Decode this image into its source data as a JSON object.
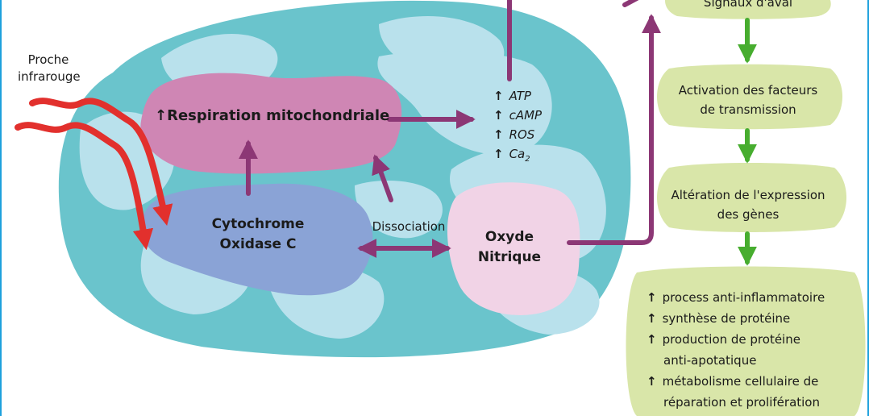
{
  "input": {
    "label_line1": "Proche",
    "label_line2": "infrarouge"
  },
  "mitochondrion": {
    "respiration": {
      "arrow_glyph": "↑",
      "label": "Respiration mitochondriale"
    },
    "cytochrome": {
      "line1": "Cytochrome",
      "line2": "Oxidase C"
    },
    "nitric_oxide": {
      "line1": "Oxyde",
      "line2": "Nitrique"
    },
    "dissociation_label": "Dissociation"
  },
  "molecules": [
    {
      "arrow": "↑",
      "name": "ATP"
    },
    {
      "arrow": "↑",
      "name": "cAMP"
    },
    {
      "arrow": "↑",
      "name": "ROS"
    },
    {
      "arrow": "↑",
      "name": "Ca",
      "sub": "2"
    }
  ],
  "cascade": [
    {
      "line1": "Signaux d'aval",
      "line2": ""
    },
    {
      "line1": "Activation des facteurs",
      "line2": "de transmission"
    },
    {
      "line1": "Altération de l'expression",
      "line2": "des gènes"
    }
  ],
  "results": [
    {
      "arrow": "↑",
      "line1": "process anti-inflammatoire",
      "line2": ""
    },
    {
      "arrow": "↑",
      "line1": "synthèse de protéine",
      "line2": ""
    },
    {
      "arrow": "↑",
      "line1": "production de protéine",
      "line2": "anti-apotatique"
    },
    {
      "arrow": "↑",
      "line1": "métabolisme cellulaire de",
      "line2": "réparation et prolifération"
    }
  ],
  "colors": {
    "outer_membrane": "#6ac4cc",
    "inner_space": "#b9e1ec",
    "respiration": "#cf86b4",
    "cytochrome": "#8aa3d6",
    "nitric_oxide": "#f1d3e6",
    "cascade_box": "#d9e6a9",
    "purple_arrow": "#8c3775",
    "green_arrow": "#47ad2f",
    "red_wave": "#e2302d",
    "frame": "#1ea1dc"
  },
  "icons": {
    "up_arrow": "up-arrow-icon",
    "arrowhead": "arrowhead-icon"
  }
}
